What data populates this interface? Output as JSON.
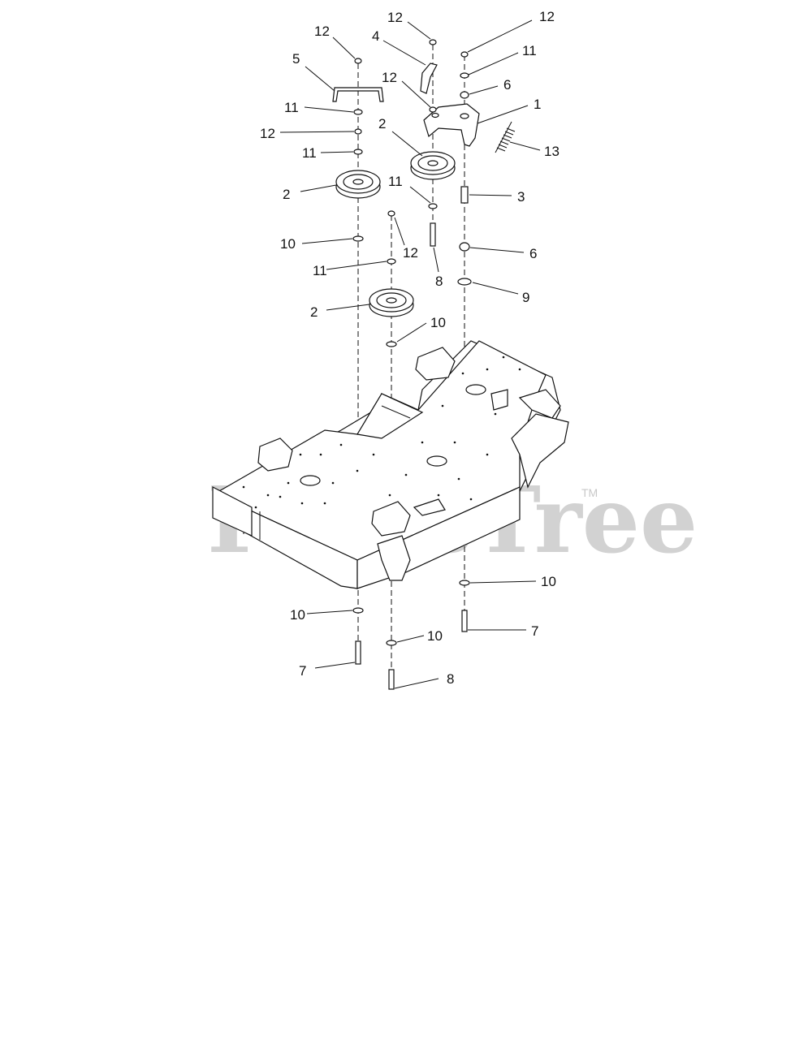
{
  "watermark": {
    "text": "PartsTree",
    "trademark": "TM"
  },
  "callouts": {
    "c12_top_center": "12",
    "c12_top_right": "12",
    "c12_left_top": "12",
    "c4": "4",
    "c11_right_top": "11",
    "c5": "5",
    "c6_top": "6",
    "c12_mid": "12",
    "c1": "1",
    "c11_left_a": "11",
    "c2_mid": "2",
    "c12_left_b": "12",
    "c13": "13",
    "c11_left_b": "11",
    "c11_mid": "11",
    "c3": "3",
    "c2_left": "2",
    "c10_left_top": "10",
    "c12_center": "12",
    "c6_mid": "6",
    "c11_center": "11",
    "c8_top": "8",
    "c9": "9",
    "c2_center": "2",
    "c10_center": "10",
    "c10_right_bottom": "10",
    "c7_right": "7",
    "c10_left_bottom": "10",
    "c10_center_bottom": "10",
    "c7_left": "7",
    "c8_bottom": "8"
  }
}
